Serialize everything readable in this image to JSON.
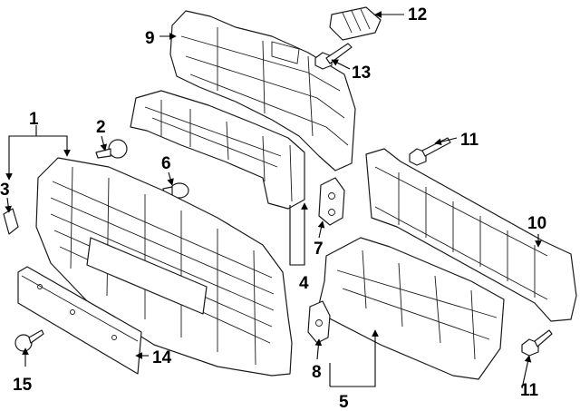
{
  "diagram": {
    "callouts": {
      "c1": "1",
      "c2": "2",
      "c3": "3",
      "c4": "4",
      "c5": "5",
      "c6": "6",
      "c7": "7",
      "c8": "8",
      "c9": "9",
      "c10": "10",
      "c11a": "11",
      "c11b": "11",
      "c12": "12",
      "c13": "13",
      "c14": "14",
      "c15": "15"
    }
  }
}
